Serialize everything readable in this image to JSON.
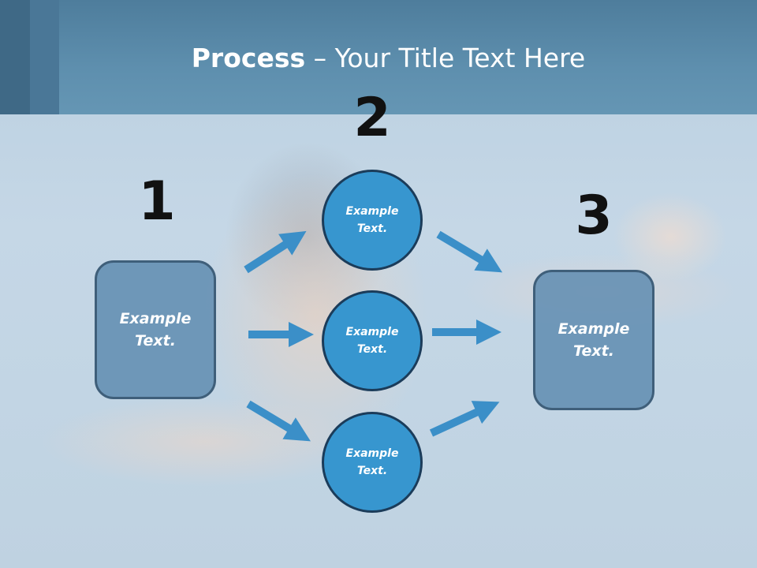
{
  "slide": {
    "title_bold": "Process",
    "title_rest": " – Your Title Text Here"
  },
  "steps": {
    "step1": {
      "number": "1",
      "text": "Example Text."
    },
    "step2": {
      "number": "2",
      "circles": [
        {
          "text": "Example Text."
        },
        {
          "text": "Example Text."
        },
        {
          "text": "Example Text."
        }
      ]
    },
    "step3": {
      "number": "3",
      "text": "Example Text."
    }
  },
  "colors": {
    "header": "#5e8fae",
    "circle_fill": "#3796cf",
    "box_fill": "#5f8cb0",
    "arrow": "#3b8fc8"
  },
  "icons": [
    "arrow-right-icon"
  ]
}
